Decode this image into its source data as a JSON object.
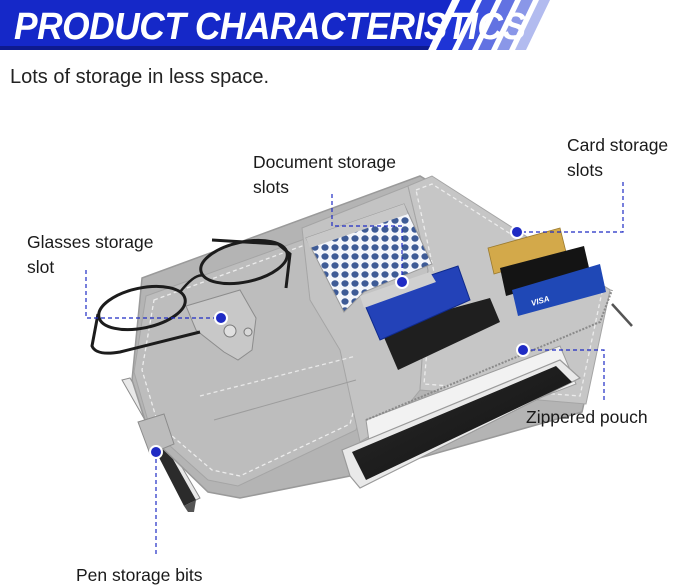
{
  "header": {
    "title": "PRODUCT CHARACTERISTICS",
    "colors": {
      "banner": "#1528c8",
      "banner_dark": "#0e1a8e",
      "stripe": "#9aa3e8",
      "callout_dot": "#1f2bc4"
    }
  },
  "subtitle": "Lots of storage in less space.",
  "callouts": {
    "document": [
      "Document storage",
      "slots"
    ],
    "card": [
      "Card storage",
      "slots"
    ],
    "glasses": [
      "Glasses storage",
      "slot"
    ],
    "zipper": "Zippered pouch",
    "pen": "Pen storage bits"
  },
  "cards": {
    "visa_text": "VISA"
  }
}
